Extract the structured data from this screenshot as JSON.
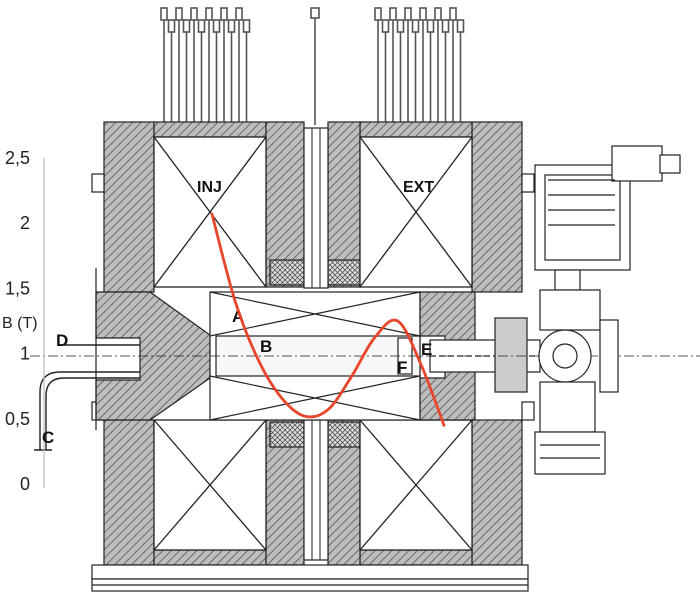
{
  "axis": {
    "label": "B (T)",
    "ticks": [
      "2,5",
      "2",
      "1,5",
      "1",
      "0,5",
      "0"
    ]
  },
  "coils": {
    "injection": "INJ",
    "extraction": "EXT"
  },
  "markers": {
    "a": "A",
    "b": "B",
    "c": "C",
    "d": "D",
    "e": "E",
    "f": "F"
  },
  "colors": {
    "curve": "#e8462a",
    "hatch": "#555555",
    "line": "#222222"
  },
  "chart_data": {
    "type": "line",
    "ylabel": "B (T)",
    "ylim": [
      0,
      2.5
    ],
    "series": [
      {
        "values": [
          2.07,
          1.4,
          0.95,
          0.66,
          0.52,
          0.57,
          0.82,
          1.12,
          1.25,
          0.92,
          0.45
        ]
      }
    ]
  }
}
